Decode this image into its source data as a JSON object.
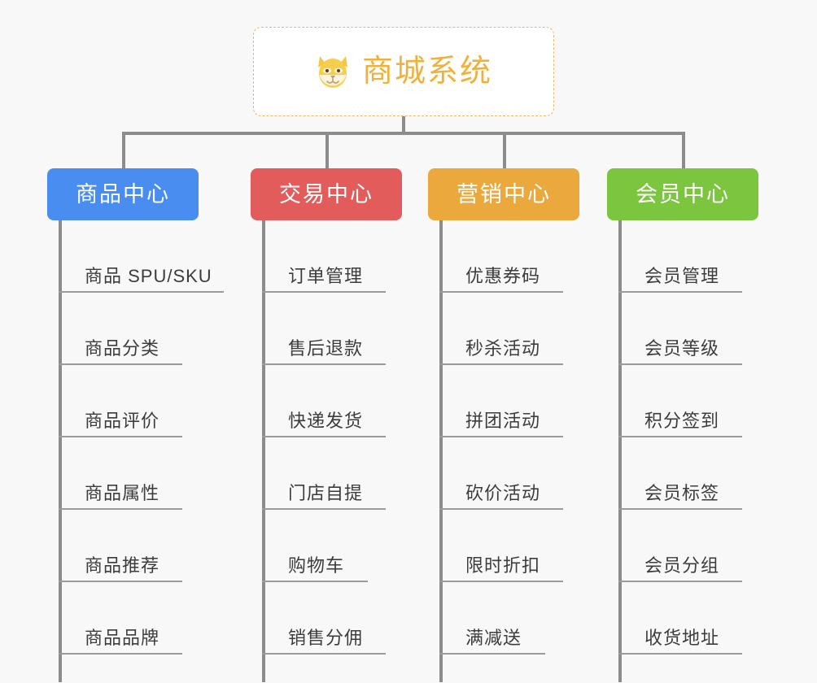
{
  "canvas": {
    "background": "#f8f8f8",
    "connector_color": "#8c8c8c",
    "underline_color": "#9b9b9b",
    "leaf_text_color": "#3c3c3c"
  },
  "root": {
    "title": "商城系统",
    "icon": "shiba-dog-face-icon",
    "border_color": "#e9b667",
    "text_color": "#f0b13b",
    "background": "#ffffff"
  },
  "categories": [
    {
      "label": "商品中心",
      "color": "#4a8df0",
      "name": "product-center",
      "items": [
        "商品 SPU/SKU",
        "商品分类",
        "商品评价",
        "商品属性",
        "商品推荐",
        "商品品牌"
      ]
    },
    {
      "label": "交易中心",
      "color": "#e25c5c",
      "name": "trade-center",
      "items": [
        "订单管理",
        "售后退款",
        "快递发货",
        "门店自提",
        "购物车",
        "销售分佣"
      ]
    },
    {
      "label": "营销中心",
      "color": "#eaa83d",
      "name": "marketing-center",
      "items": [
        "优惠券码",
        "秒杀活动",
        "拼团活动",
        "砍价活动",
        "限时折扣",
        "满减送"
      ]
    },
    {
      "label": "会员中心",
      "color": "#7bc53f",
      "name": "member-center",
      "items": [
        "会员管理",
        "会员等级",
        "积分签到",
        "会员标签",
        "会员分组",
        "收货地址"
      ]
    }
  ]
}
